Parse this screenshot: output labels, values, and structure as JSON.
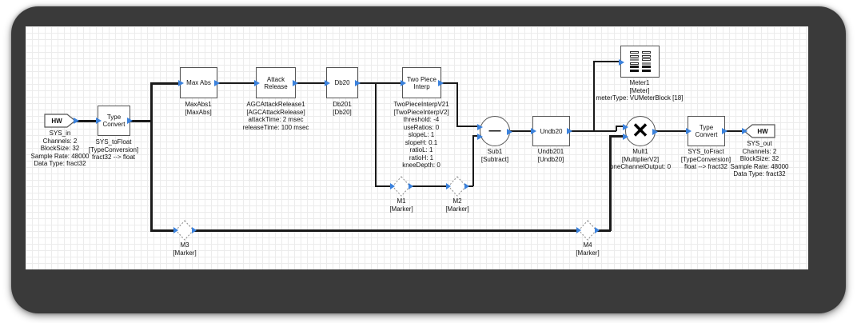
{
  "colors": {
    "pin_accent": "#3b82dd",
    "wire": "#1a1a1a",
    "frame": "#3a3a3a",
    "canvas": "#ffffff"
  },
  "icons": {
    "subtract": "—",
    "multiply": "✕",
    "meter": "vu-meter-bars"
  },
  "nodes": {
    "sys_in": {
      "label": "HW",
      "caption": [
        "SYS_in",
        "Channels: 2",
        "BlockSize: 32",
        "Sample Rate: 48000",
        "Data Type: fract32"
      ]
    },
    "sys_to_float": {
      "label": "Type Convert",
      "caption": [
        "SYS_toFloat",
        "[TypeConversion]",
        "fract32 --> float"
      ]
    },
    "max_abs": {
      "label": "Max Abs",
      "caption": [
        "MaxAbs1",
        "[MaxAbs]"
      ]
    },
    "attack_release": {
      "label": "Attack Release",
      "caption": [
        "AGCAttackRelease1",
        "[AGCAttackRelease]",
        "attackTime: 2 msec",
        "releaseTime: 100 msec"
      ]
    },
    "db20": {
      "label": "Db20",
      "caption": [
        "Db201",
        "[Db20]"
      ]
    },
    "two_piece_interp": {
      "label": "Two Piece Interp",
      "caption": [
        "TwoPieceInterpV21",
        "[TwoPieceInterpV2]",
        "threshold: -4",
        "useRatios: 0",
        "slopeL: 1",
        "slopeH: 0.1",
        "ratioL: 1",
        "ratioH: 1",
        "kneeDepth: 0"
      ]
    },
    "sub1": {
      "caption": [
        "Sub1",
        "[Subtract]"
      ]
    },
    "undb20": {
      "label": "Undb20",
      "caption": [
        "Undb201",
        "[Undb20]"
      ]
    },
    "meter1": {
      "caption": [
        "Meter1",
        "[Meter]",
        "meterType: VUMeterBlock [18]"
      ]
    },
    "mult1": {
      "caption": [
        "Mult1",
        "[MultiplierV2]",
        "oneChannelOutput: 0"
      ]
    },
    "sys_to_fract": {
      "label": "Type Convert",
      "caption": [
        "SYS_toFract",
        "[TypeConversion]",
        "float --> fract32"
      ]
    },
    "sys_out": {
      "label": "HW",
      "caption": [
        "SYS_out",
        "Channels: 2",
        "BlockSize: 32",
        "Sample Rate: 48000",
        "Data Type: fract32"
      ]
    },
    "m1": {
      "caption": [
        "M1",
        "[Marker]"
      ]
    },
    "m2": {
      "caption": [
        "M2",
        "[Marker]"
      ]
    },
    "m3": {
      "caption": [
        "M3",
        "[Marker]"
      ]
    },
    "m4": {
      "caption": [
        "M4",
        "[Marker]"
      ]
    }
  }
}
